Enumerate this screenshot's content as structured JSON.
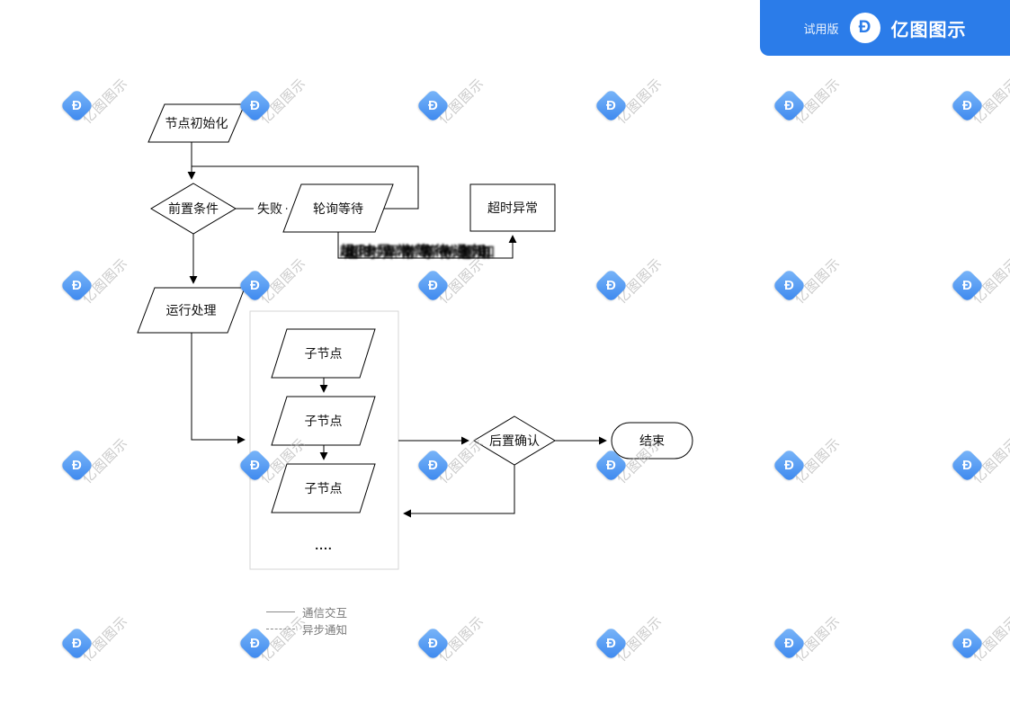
{
  "banner": {
    "trial_label": "试用版",
    "brand_name": "亿图图示",
    "background": "#2b7ce9"
  },
  "watermark": {
    "text": "亿图图示",
    "icon_glyph": "Ð",
    "icon_color": "#3a86ee",
    "cols_x": [
      72,
      270,
      468,
      666,
      864,
      1062
    ],
    "rows_y": [
      104,
      304,
      504,
      702
    ]
  },
  "flowchart": {
    "nodes": {
      "init": "节点初始化",
      "precondition": "前置条件",
      "poll_wait": "轮询等待",
      "timeout": "超时异常",
      "run_process": "运行处理",
      "child_node_1": "子节点",
      "child_node_2": "子节点",
      "child_node_3": "子节点",
      "ellipsis": "....",
      "post_confirm": "后置确认",
      "end": "结束"
    },
    "edge_labels": {
      "fail": "失败"
    },
    "garbled_text": "超时异常等待通知",
    "legend": {
      "items": [
        {
          "label": "通信交互",
          "line_style": "solid"
        },
        {
          "label": "异步通知",
          "line_style": "dashed"
        }
      ]
    }
  }
}
